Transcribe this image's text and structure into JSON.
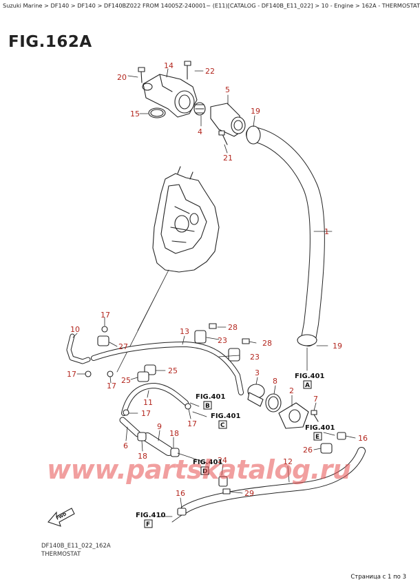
{
  "breadcrumb": "Suzuki Marine > DF140 > DF140 > DF140BZ022 FROM 14005Z-240001~ (E11)[CATALOG - DF140B_E11_022] > 10 - Engine > 162A - THERMOSTAT",
  "figure_title": "FIG.162A",
  "parts": {
    "p1": "1",
    "p2": "2",
    "p3": "3",
    "p4": "4",
    "p5": "5",
    "p6": "6",
    "p7": "7",
    "p8": "8",
    "p9": "9",
    "p10": "10",
    "p11": "11",
    "p12": "12",
    "p13": "13",
    "p14": "14",
    "p15": "15",
    "p16a": "16",
    "p16b": "16",
    "p17a": "17",
    "p17b": "17",
    "p17c": "17",
    "p17d": "17",
    "p17e": "17",
    "p18a": "18",
    "p18b": "18",
    "p19a": "19",
    "p19b": "19",
    "p20": "20",
    "p21": "21",
    "p22": "22",
    "p23a": "23",
    "p23b": "23",
    "p24": "24",
    "p25a": "25",
    "p25b": "25",
    "p26": "26",
    "p27": "27",
    "p28a": "28",
    "p28b": "28",
    "p29": "29"
  },
  "refs": [
    {
      "label": "FIG.401",
      "letter": "A"
    },
    {
      "label": "FIG.401",
      "letter": "B"
    },
    {
      "label": "FIG.401",
      "letter": "C"
    },
    {
      "label": "FIG.401",
      "letter": "D"
    },
    {
      "label": "FIG.401",
      "letter": "E"
    },
    {
      "label": "FIG.410",
      "letter": "F"
    }
  ],
  "fwd_label": "FWD",
  "watermark": "www.partskatalog.ru",
  "footer": {
    "code": "DF140B_E11_022_162A",
    "name": "THERMOSTAT"
  },
  "pagination": "Страница с 1 по 3"
}
